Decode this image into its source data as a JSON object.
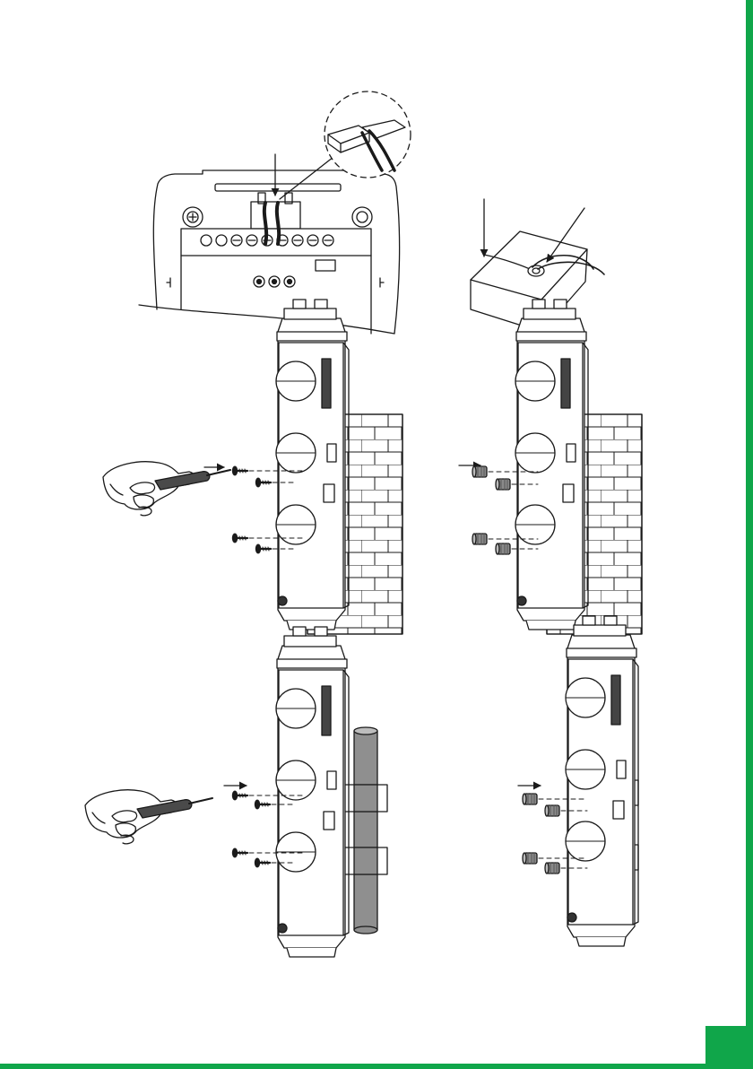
{
  "document": {
    "background_color": "#ffffff",
    "accent_color": "#10a64a",
    "line_color": "#1a1a1a",
    "page_marker": "green-corner-tab"
  },
  "figures": [
    {
      "id": "terminal-wiring-detail",
      "icon": "terminal-block-icon"
    },
    {
      "id": "junction-box-cable-entry",
      "icon": "junction-box-icon"
    },
    {
      "id": "wall-mount-screwing",
      "icon": "screwdriver-icon"
    },
    {
      "id": "wall-mount-anchors",
      "icon": "wall-anchor-icon"
    },
    {
      "id": "pole-mount-screwing",
      "icon": "screwdriver-icon"
    },
    {
      "id": "pole-mount-anchors",
      "icon": "pole-anchor-icon"
    }
  ]
}
